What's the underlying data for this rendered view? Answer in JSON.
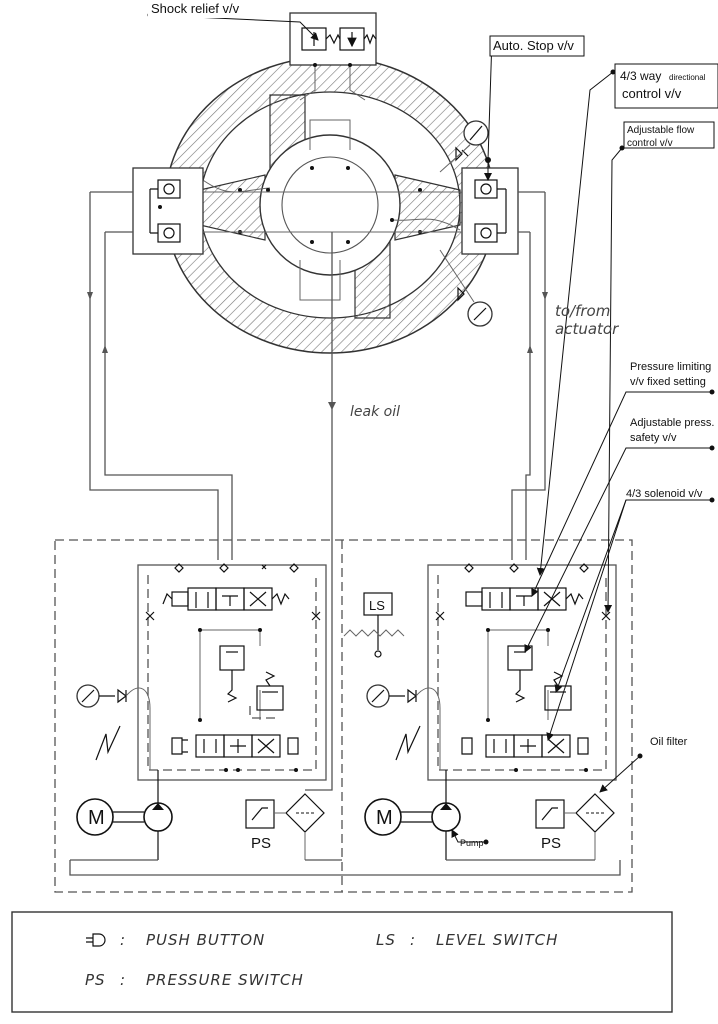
{
  "labels": {
    "shock_relief": "Shock relief v/v",
    "auto_stop": "Auto. Stop v/v",
    "way43_a": "4/3 way",
    "way43_b": "directional",
    "way43_c": "control v/v",
    "adj_flow_a": "Adjustable flow",
    "adj_flow_b": "control v/v",
    "to_from_a": "to/from",
    "to_from_b": "actuator",
    "leak_oil": "leak oil",
    "press_limit_a": "Pressure limiting",
    "press_limit_b": "v/v fixed setting",
    "adj_press_a": "Adjustable press.",
    "adj_press_b": "safety v/v",
    "solenoid_43": "4/3 solenoid v/v",
    "oil_filter": "Oil filter",
    "pump": "Pump",
    "ls_box": "LS",
    "ps_left": "PS",
    "ps_right": "PS",
    "motor_left": "M",
    "motor_right": "M"
  },
  "legend": {
    "pb_sep": ":",
    "pb_text": "PUSH BUTTON",
    "ls_key": "LS",
    "ls_sep": ":",
    "ls_text": "LEVEL SWITCH",
    "ps_key": "PS",
    "ps_sep": ":",
    "ps_text": "PRESSURE SWITCH"
  }
}
